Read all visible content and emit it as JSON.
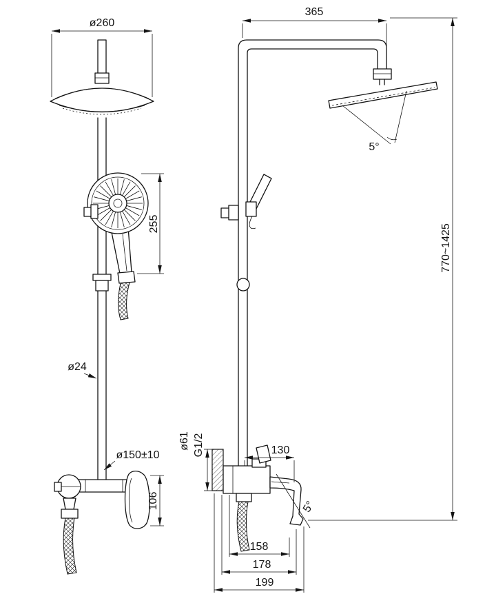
{
  "front_view": {
    "head_diameter": "ø260",
    "hand_shower_length": "255",
    "pipe_diameter": "ø24",
    "connection_spacing": "ø150±10",
    "body_height": "106"
  },
  "side_view": {
    "arm_reach": "365",
    "head_tilt_angle": "5°",
    "column_height_range": "770~1425",
    "escutcheon_diameter": "ø61",
    "thread_size": "G1/2",
    "handle_reach": "130",
    "spout_angle": "5°",
    "spout_depth_inner": "158",
    "spout_depth_middle": "178",
    "spout_depth_outer": "199"
  }
}
